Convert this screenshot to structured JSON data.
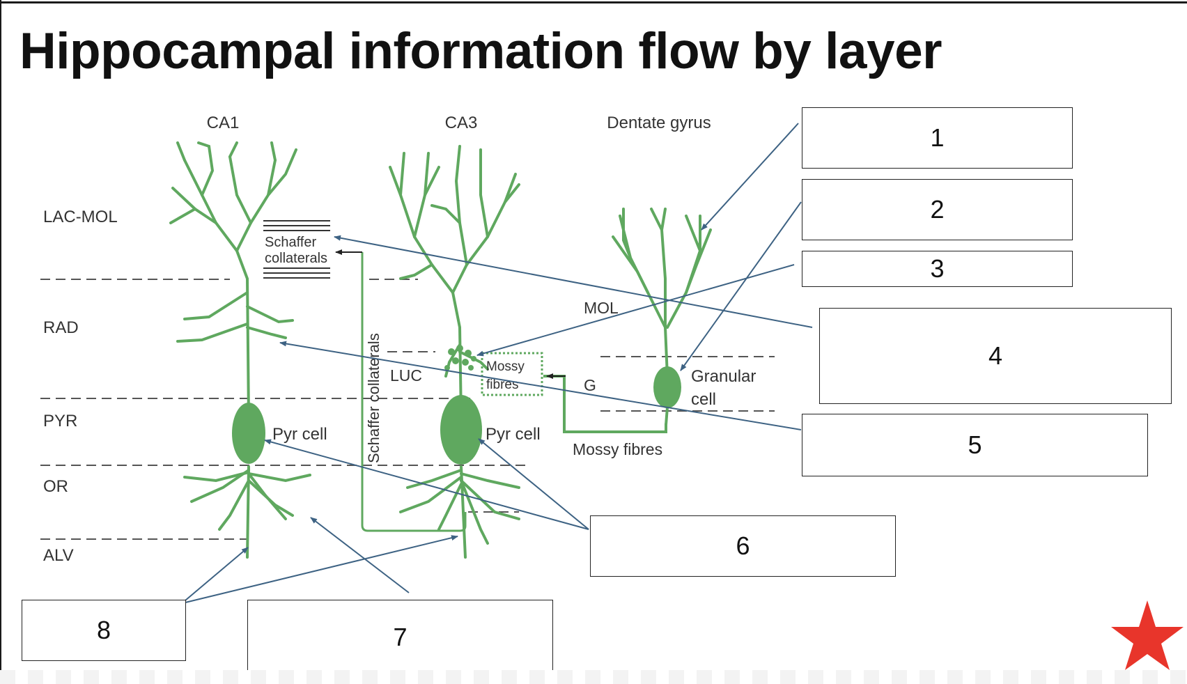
{
  "title": "Hippocampal information flow by layer",
  "regions": {
    "ca1": "CA1",
    "ca3": "CA3",
    "dentate": "Dentate gyrus"
  },
  "layers": [
    "LAC-MOL",
    "RAD",
    "PYR",
    "OR",
    "ALV"
  ],
  "labels": {
    "schaffer_top_line1": "Schaffer",
    "schaffer_top_line2": "collaterals",
    "schaffer_vertical": "Schaffer collaterals",
    "luc": "LUC",
    "mossy_box_line1": "Mossy",
    "mossy_box_line2": "fibres",
    "g": "G",
    "mol": "MOL",
    "granular_line1": "Granular",
    "granular_line2": "cell",
    "pyr_cell_ca1": "Pyr cell",
    "pyr_cell_ca3": "Pyr cell",
    "mossy_fibres": "Mossy fibres"
  },
  "answer_boxes": [
    "1",
    "2",
    "3",
    "4",
    "5",
    "6",
    "7",
    "8"
  ],
  "colors": {
    "neuron": "#5fa85f",
    "arrow": "#3d6283",
    "star": "#e8352b"
  }
}
